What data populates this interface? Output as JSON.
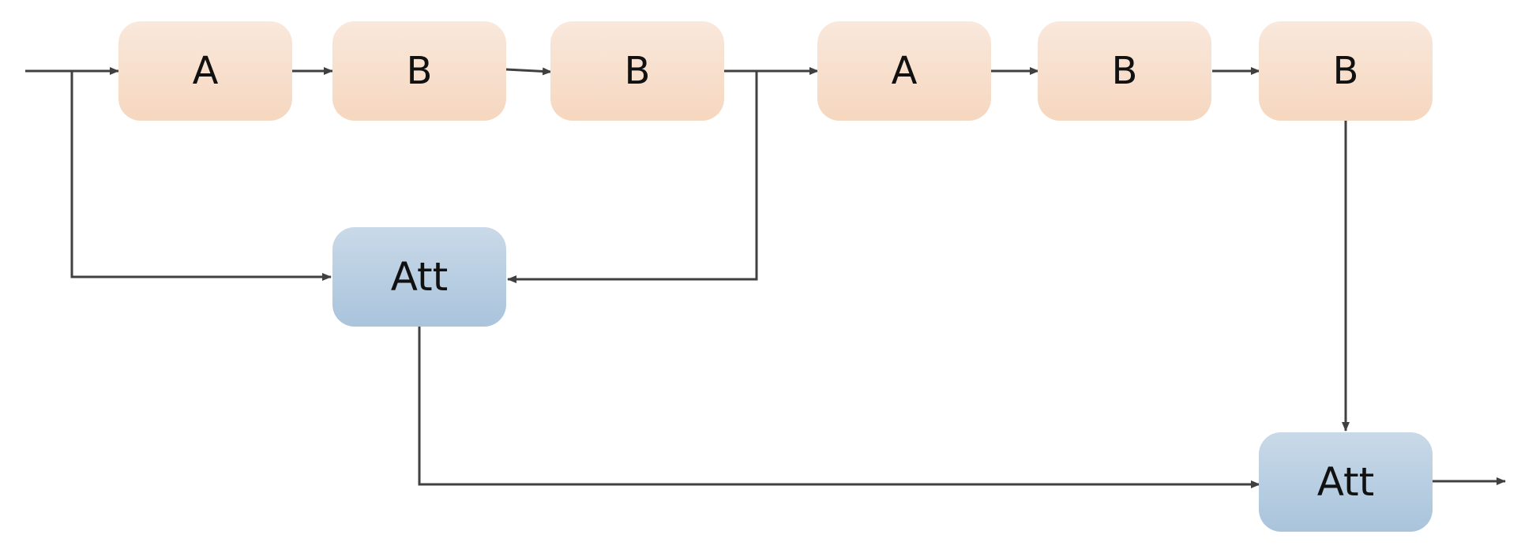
{
  "nodes": {
    "a1": "A",
    "b1": "B",
    "b2": "B",
    "a2": "A",
    "b3": "B",
    "b4": "B",
    "att1": "Att",
    "att2": "Att"
  },
  "colors": {
    "block_top": "#f9e8dc",
    "block_bottom": "#f6d7bf",
    "att_top": "#c9d9e8",
    "att_bottom": "#a9c4dc",
    "line": "#404040"
  }
}
